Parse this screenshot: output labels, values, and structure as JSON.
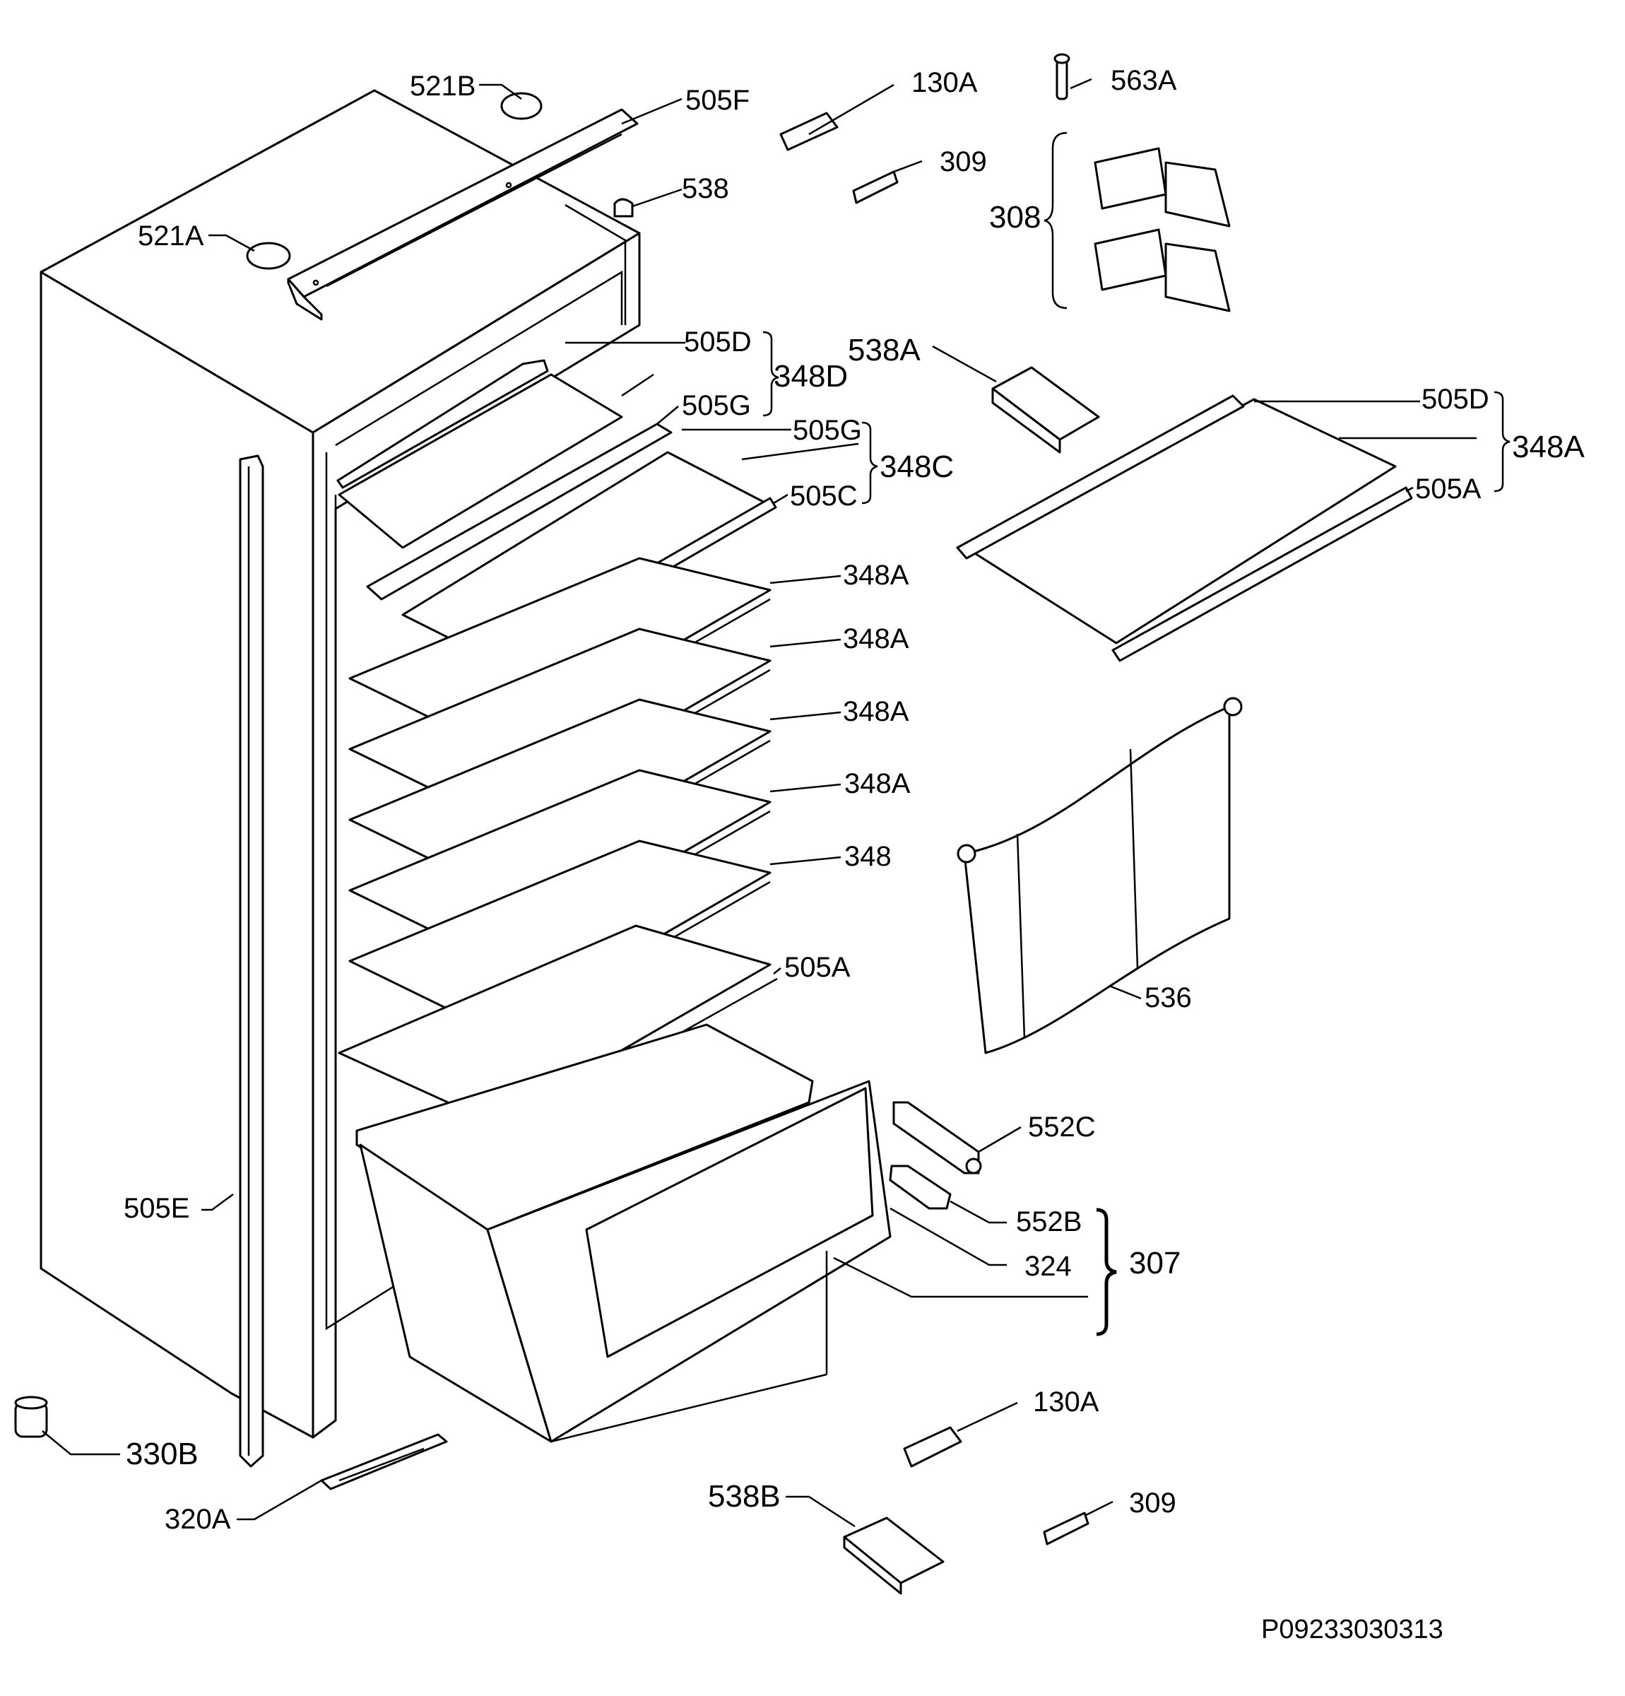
{
  "diagram": {
    "drawing_code": "P09233030313",
    "labels": {
      "l521B": "521B",
      "l505F": "505F",
      "l130A_top": "130A",
      "l563A": "563A",
      "l309_top": "309",
      "l538": "538",
      "l308": "308",
      "l521A": "521A",
      "l538A": "538A",
      "l505D_left": "505D",
      "l348D": "348D",
      "l505G_1": "505G",
      "l505G_2": "505G",
      "l348C": "348C",
      "l505C": "505C",
      "l505D_right": "505D",
      "l348A_right": "348A",
      "l505A_right": "505A",
      "l348A_1": "348A",
      "l348A_2": "348A",
      "l348A_3": "348A",
      "l348A_4": "348A",
      "l348": "348",
      "l505A_left": "505A",
      "l536": "536",
      "l552C": "552C",
      "l505E": "505E",
      "l552B": "552B",
      "l307": "307",
      "l324": "324",
      "l130A_bottom": "130A",
      "l330B": "330B",
      "l538B": "538B",
      "l309_bottom": "309",
      "l320A": "320A"
    }
  }
}
